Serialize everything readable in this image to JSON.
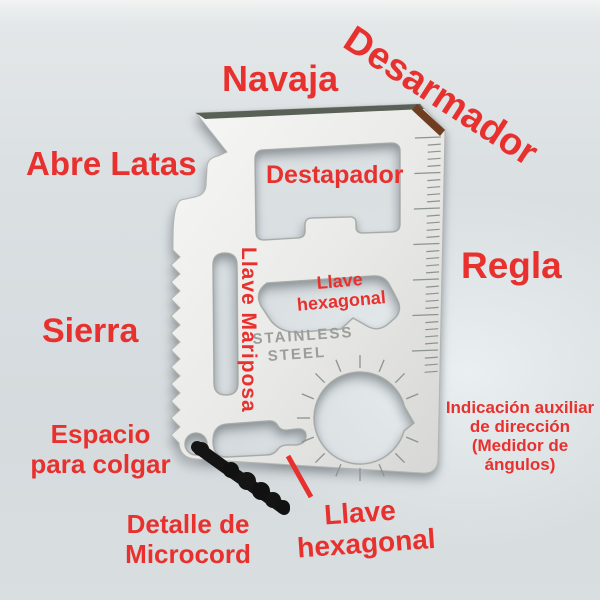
{
  "colors": {
    "background": "#d9dfe2",
    "label_red": "#e8312e",
    "metal_light": "#f6f6f4",
    "metal_dark": "#d7d7d5",
    "blade_edge": "#596055",
    "corner_bevel": "#6f3d20",
    "engraving_gray": "#9a9d99",
    "cord_black": "#141414"
  },
  "annotations": {
    "navaja": "Navaja",
    "desarmador": "Desarmador",
    "abre_latas": "Abre Latas",
    "destapador": "Destapador",
    "regla": "Regla",
    "sierra": "Sierra",
    "llave_mariposa": "Llave Mariposa",
    "llave_hexagonal_center": {
      "line1": "Llave",
      "line2": "hexagonal"
    },
    "espacio": {
      "line1": "Espacio",
      "line2": "para colgar"
    },
    "indicacion": {
      "line1": "Indicación auxiliar",
      "line2": "de dirección",
      "line3": "(Medidor de",
      "line4": "ángulos)"
    },
    "llave_hexagonal_bottom": {
      "line1": "Llave",
      "line2": "hexagonal"
    },
    "detalle": {
      "line1": "Detalle de",
      "line2": "Microcord"
    }
  },
  "tool_engraving": {
    "line1": "STAINLESS",
    "line2": "STEEL"
  }
}
